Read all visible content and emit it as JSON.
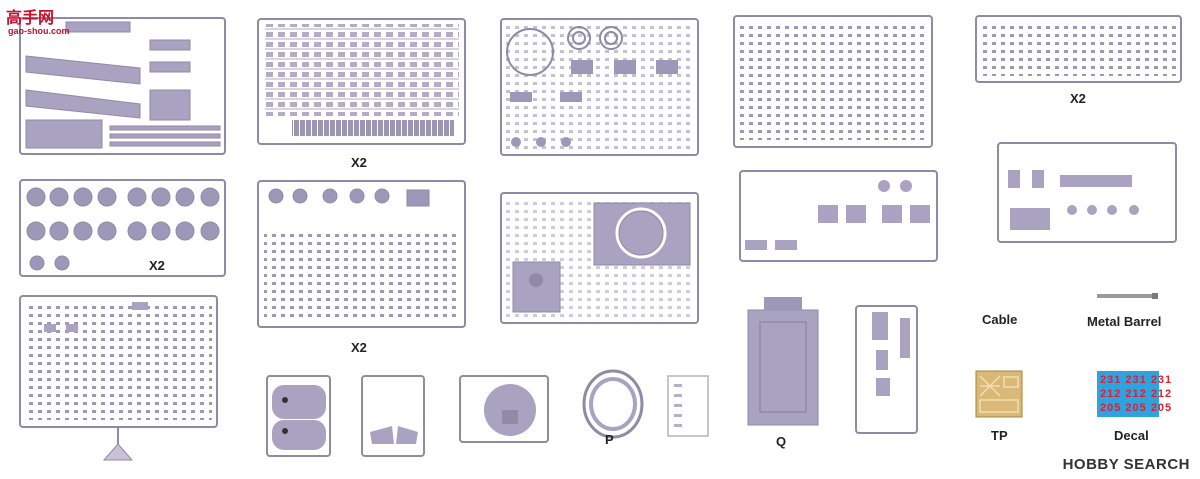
{
  "watermark": {
    "brand": "高手网",
    "url": "gao-shou.com"
  },
  "labels": {
    "x2_top": "X2",
    "x2_wheels": "X2",
    "x2_mid": "X2",
    "x2_right": "X2",
    "p": "P",
    "q": "Q",
    "cable": "Cable",
    "metal_barrel": "Metal Barrel",
    "tp": "TP",
    "decal": "Decal"
  },
  "decal_numbers": {
    "row1": "231 231 231",
    "row2": "212 212 212",
    "row3": "205 205 205"
  },
  "footer": {
    "brand": "HOBBY SEARCH"
  },
  "colors": {
    "sprue": "#8f8aa6",
    "part": "#a9a3c1",
    "fret": "#d9b878",
    "decal_red": "#e01e2e",
    "watermark_red": "#c8102e"
  }
}
